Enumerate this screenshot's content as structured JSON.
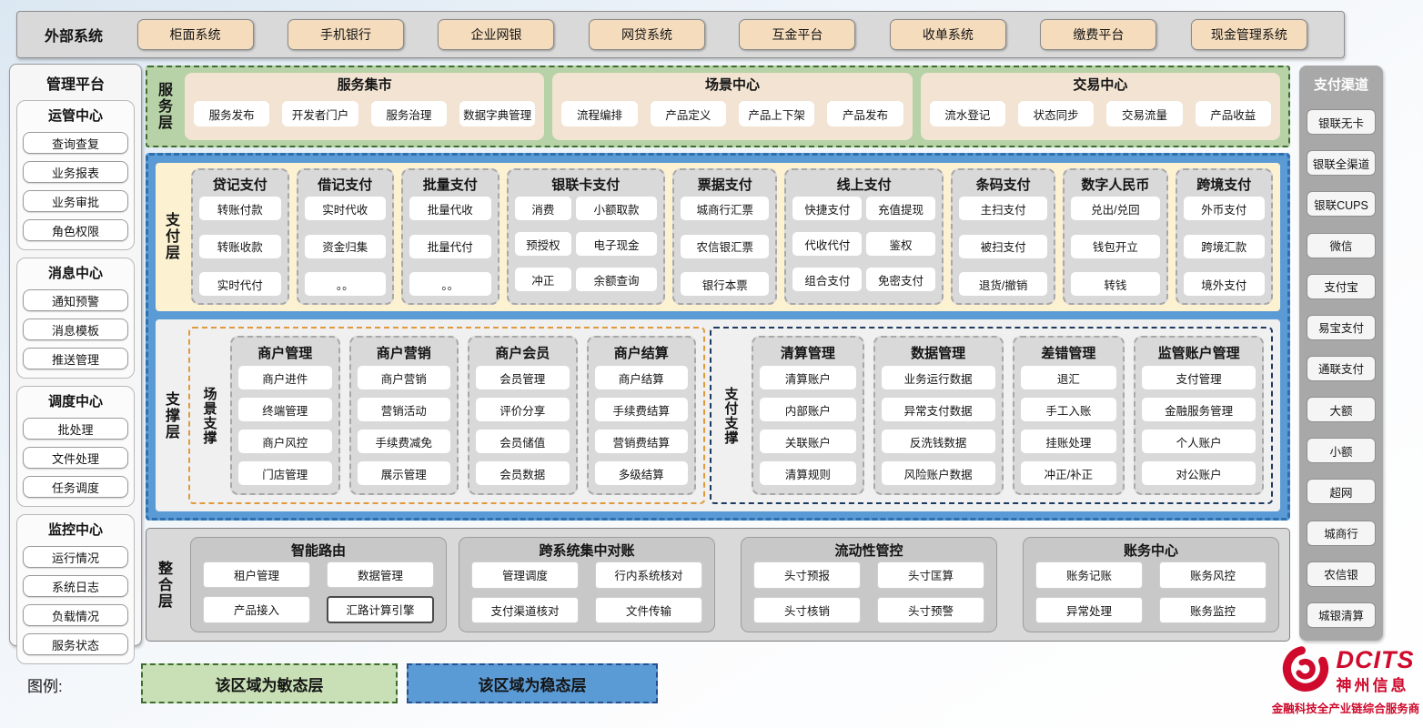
{
  "external_systems": {
    "label": "外部系统",
    "items": [
      "柜面系统",
      "手机银行",
      "企业网银",
      "网贷系统",
      "互金平台",
      "收单系统",
      "缴费平台",
      "现金管理系统"
    ]
  },
  "management_platform": {
    "title": "管理平台",
    "groups": [
      {
        "title": "运管中心",
        "items": [
          "查询查复",
          "业务报表",
          "业务审批",
          "角色权限"
        ]
      },
      {
        "title": "消息中心",
        "items": [
          "通知预警",
          "消息模板",
          "推送管理"
        ]
      },
      {
        "title": "调度中心",
        "items": [
          "批处理",
          "文件处理",
          "任务调度"
        ]
      },
      {
        "title": "监控中心",
        "items": [
          "运行情况",
          "系统日志",
          "负载情况",
          "服务状态"
        ]
      }
    ]
  },
  "service_layer": {
    "label": "服务层",
    "panels": [
      {
        "title": "服务集市",
        "items": [
          "服务发布",
          "开发者门户",
          "服务治理",
          "数据字典管理"
        ]
      },
      {
        "title": "场景中心",
        "items": [
          "流程编排",
          "产品定义",
          "产品上下架",
          "产品发布"
        ]
      },
      {
        "title": "交易中心",
        "items": [
          "流水登记",
          "状态同步",
          "交易流量",
          "产品收益"
        ]
      }
    ]
  },
  "payment_layer": {
    "label": "支付层",
    "columns": [
      {
        "title": "贷记支付",
        "items": [
          "转账付款",
          "转账收款",
          "实时代付"
        ]
      },
      {
        "title": "借记支付",
        "items": [
          "实时代收",
          "资金归集",
          "。。"
        ]
      },
      {
        "title": "批量支付",
        "items": [
          "批量代收",
          "批量代付",
          "。。"
        ]
      },
      {
        "title": "银联卡支付",
        "items": [
          "消费",
          "小额取款",
          "预授权",
          "电子现金",
          "冲正",
          "余额查询"
        ]
      },
      {
        "title": "票据支付",
        "items": [
          "城商行汇票",
          "农信银汇票",
          "银行本票"
        ]
      },
      {
        "title": "线上支付",
        "items": [
          "快捷支付",
          "充值提现",
          "代收代付",
          "鉴权",
          "组合支付",
          "免密支付"
        ]
      },
      {
        "title": "条码支付",
        "items": [
          "主扫支付",
          "被扫支付",
          "退货/撤销"
        ]
      },
      {
        "title": "数字人民币",
        "items": [
          "兑出/兑回",
          "钱包开立",
          "转钱"
        ]
      },
      {
        "title": "跨境支付",
        "items": [
          "外币支付",
          "跨境汇款",
          "境外支付"
        ]
      }
    ]
  },
  "support_layer": {
    "label": "支撑层",
    "groups": [
      {
        "label": "场景支撑",
        "columns": [
          {
            "title": "商户管理",
            "items": [
              "商户进件",
              "终端管理",
              "商户风控",
              "门店管理"
            ]
          },
          {
            "title": "商户营销",
            "items": [
              "商户营销",
              "营销活动",
              "手续费减免",
              "展示管理"
            ]
          },
          {
            "title": "商户会员",
            "items": [
              "会员管理",
              "评价分享",
              "会员储值",
              "会员数据"
            ]
          },
          {
            "title": "商户结算",
            "items": [
              "商户结算",
              "手续费结算",
              "营销费结算",
              "多级结算"
            ]
          }
        ]
      },
      {
        "label": "支付支撑",
        "columns": [
          {
            "title": "清算管理",
            "items": [
              "清算账户",
              "内部账户",
              "关联账户",
              "清算规则"
            ]
          },
          {
            "title": "数据管理",
            "items": [
              "业务运行数据",
              "异常支付数据",
              "反洗钱数据",
              "风险账户数据"
            ]
          },
          {
            "title": "差错管理",
            "items": [
              "退汇",
              "手工入账",
              "挂账处理",
              "冲正/补正"
            ]
          },
          {
            "title": "监管账户管理",
            "items": [
              "支付管理",
              "金融服务管理",
              "个人账户",
              "对公账户"
            ]
          }
        ]
      }
    ]
  },
  "integration_layer": {
    "label": "整合层",
    "panels": [
      {
        "title": "智能路由",
        "items": [
          "租户管理",
          "数据管理",
          "产品接入",
          "汇路计算引擎"
        ]
      },
      {
        "title": "跨系统集中对账",
        "items": [
          "管理调度",
          "行内系统核对",
          "支付渠道核对",
          "文件传输"
        ]
      },
      {
        "title": "流动性管控",
        "items": [
          "头寸预报",
          "头寸匡算",
          "头寸核销",
          "头寸预警"
        ]
      },
      {
        "title": "账务中心",
        "items": [
          "账务记账",
          "账务风控",
          "异常处理",
          "账务监控"
        ]
      }
    ]
  },
  "payment_channels": {
    "title": "支付渠道",
    "items": [
      "银联无卡",
      "银联全渠道",
      "银联CUPS",
      "微信",
      "支付宝",
      "易宝支付",
      "通联支付",
      "大额",
      "小额",
      "超网",
      "城商行",
      "农信银",
      "城银清算"
    ]
  },
  "legend": {
    "label": "图例:",
    "agile": "该区域为敏态层",
    "stable": "该区域为稳态层"
  },
  "logo": {
    "brand": "DCITS",
    "name": "神州信息",
    "tagline": "金融科技全产业链综合服务商"
  },
  "colors": {
    "stable_blue": "#5b9bd5",
    "agile_green": "#b6d2a6",
    "panel_tan": "#f2e3d3",
    "module_gray": "#d9d9d9",
    "brand_red": "#cf0a2c"
  }
}
